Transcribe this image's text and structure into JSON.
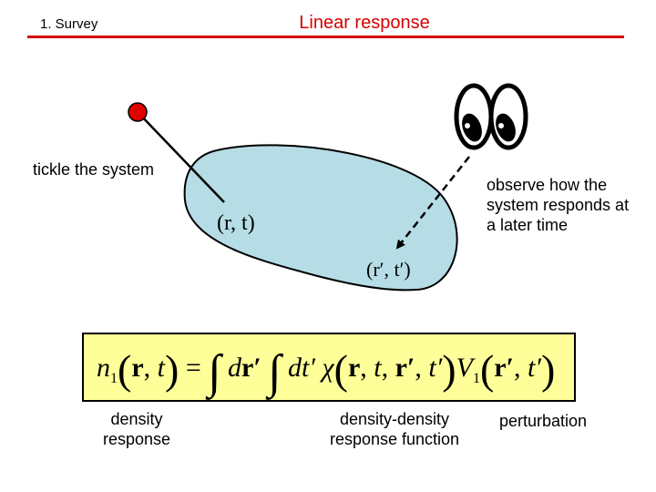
{
  "header": {
    "section": "1. Survey",
    "title": "Linear response",
    "accent_color": "#d50000"
  },
  "diagram": {
    "tickle_caption": "tickle the system",
    "observe_caption": "observe how the system responds at a later time",
    "position_before": "(r, t)",
    "position_after": "(r′, t′)",
    "blob_color": "#b6dde6",
    "probe_color": "#e00000",
    "eyes_icon": "cartoon-eyes-icon"
  },
  "equation": {
    "latex": "n_1(\\mathbf{r},t)=\\int d\\mathbf{r}'\\int dt'\\,\\chi(\\mathbf{r},t,\\mathbf{r}',t')V_1(\\mathbf{r}',t')",
    "background": "#ffff99"
  },
  "captions": {
    "density": "density response",
    "ddrf": "density-density response function",
    "perturbation": "perturbation"
  }
}
